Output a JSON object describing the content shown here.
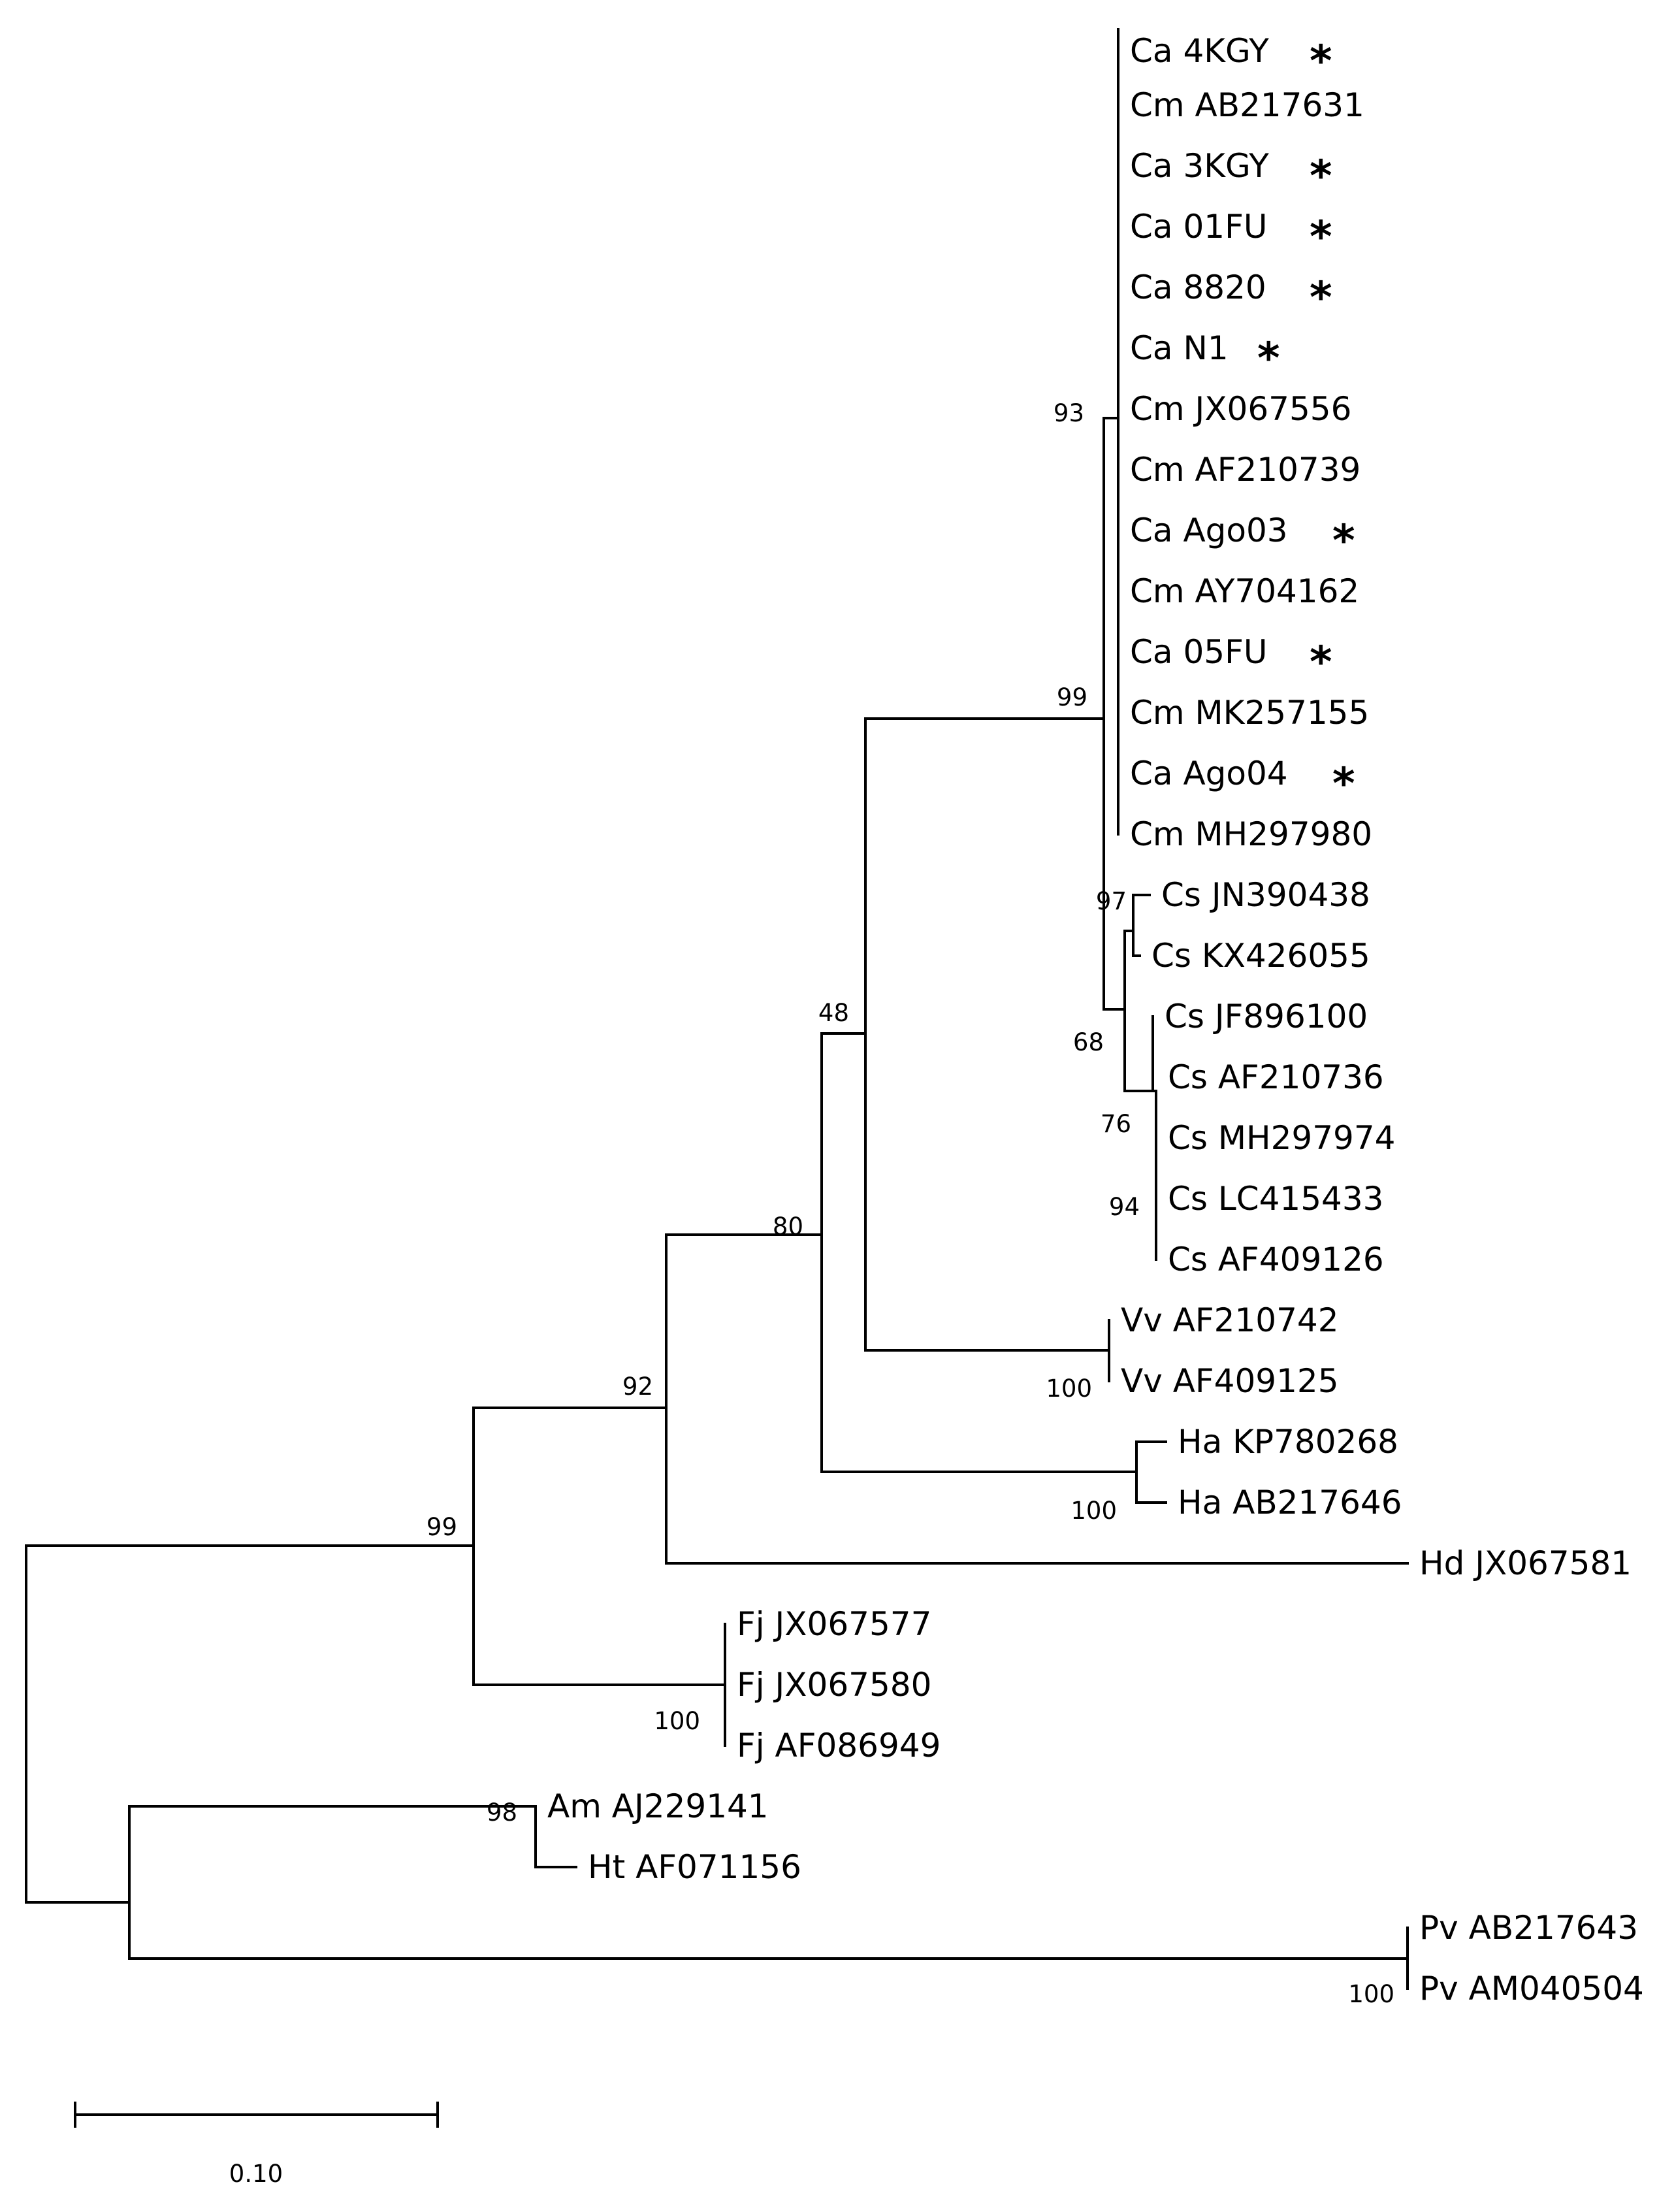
{
  "tree": {
    "scale": {
      "label": "0.10",
      "length": 0.1
    },
    "leaves": [
      {
        "id": "l1",
        "label": "Ca 4KGY",
        "marked": true
      },
      {
        "id": "l2",
        "label": "Cm AB217631",
        "marked": false
      },
      {
        "id": "l3",
        "label": "Ca 3KGY",
        "marked": true
      },
      {
        "id": "l4",
        "label": "Ca 01FU",
        "marked": true
      },
      {
        "id": "l5",
        "label": "Ca 8820",
        "marked": true
      },
      {
        "id": "l6",
        "label": "Ca N1",
        "marked": true
      },
      {
        "id": "l7",
        "label": "Cm JX067556",
        "marked": false
      },
      {
        "id": "l8",
        "label": "Cm AF210739",
        "marked": false
      },
      {
        "id": "l9",
        "label": "Ca Ago03",
        "marked": true
      },
      {
        "id": "l10",
        "label": "Cm AY704162",
        "marked": false
      },
      {
        "id": "l11",
        "label": "Ca 05FU",
        "marked": true
      },
      {
        "id": "l12",
        "label": "Cm MK257155",
        "marked": false
      },
      {
        "id": "l13",
        "label": "Ca Ago04",
        "marked": true
      },
      {
        "id": "l14",
        "label": "Cm MH297980",
        "marked": false
      },
      {
        "id": "l15",
        "label": "Cs JN390438",
        "marked": false
      },
      {
        "id": "l16",
        "label": "Cs KX426055",
        "marked": false
      },
      {
        "id": "l17",
        "label": "Cs JF896100",
        "marked": false
      },
      {
        "id": "l18",
        "label": "Cs AF210736",
        "marked": false
      },
      {
        "id": "l19",
        "label": "Cs MH297974",
        "marked": false
      },
      {
        "id": "l20",
        "label": "Cs LC415433",
        "marked": false
      },
      {
        "id": "l21",
        "label": "Cs AF409126",
        "marked": false
      },
      {
        "id": "l22",
        "label": "Vv AF210742",
        "marked": false
      },
      {
        "id": "l23",
        "label": "Vv AF409125",
        "marked": false
      },
      {
        "id": "l24",
        "label": "Ha KP780268",
        "marked": false
      },
      {
        "id": "l25",
        "label": "Ha AB217646",
        "marked": false
      },
      {
        "id": "l26",
        "label": "Hd JX067581",
        "marked": false
      },
      {
        "id": "l27",
        "label": "Fj JX067577",
        "marked": false
      },
      {
        "id": "l28",
        "label": "Fj JX067580",
        "marked": false
      },
      {
        "id": "l29",
        "label": "Fj AF086949",
        "marked": false
      },
      {
        "id": "l30",
        "label": "Am AJ229141",
        "marked": false
      },
      {
        "id": "l31",
        "label": "Ht AF071156",
        "marked": false
      },
      {
        "id": "l32",
        "label": "Pv AB217643",
        "marked": false
      },
      {
        "id": "l33",
        "label": "Pv AM040504",
        "marked": false
      }
    ],
    "support_values": [
      {
        "id": "s93a",
        "value": "93"
      },
      {
        "id": "s99a",
        "value": "99"
      },
      {
        "id": "s97",
        "value": "97"
      },
      {
        "id": "s68",
        "value": "68"
      },
      {
        "id": "s76",
        "value": "76"
      },
      {
        "id": "s94",
        "value": "94"
      },
      {
        "id": "s48",
        "value": "48"
      },
      {
        "id": "s80",
        "value": "80"
      },
      {
        "id": "s92",
        "value": "92"
      },
      {
        "id": "s99b",
        "value": "99"
      },
      {
        "id": "s100vv",
        "value": "100"
      },
      {
        "id": "s100ha",
        "value": "100"
      },
      {
        "id": "s100fj",
        "value": "100"
      },
      {
        "id": "s98",
        "value": "98"
      },
      {
        "id": "s100pv",
        "value": "100"
      }
    ]
  }
}
